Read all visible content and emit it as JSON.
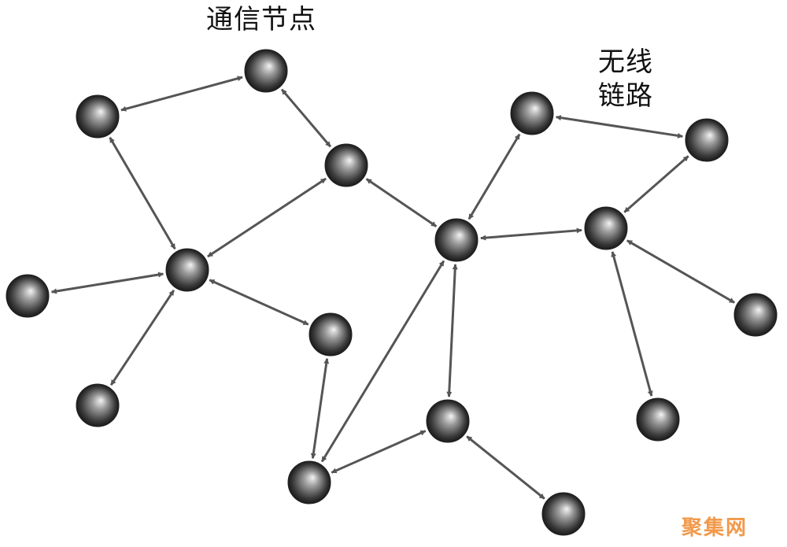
{
  "labels": {
    "node_label": "通信节点",
    "link_label_line1": "无线",
    "link_label_line2": "链路"
  },
  "watermark": "聚集网",
  "colors": {
    "node_dark": "#1a1a1a",
    "node_light": "#f4f4f4",
    "link": "#555555",
    "watermark": "#f2994a"
  },
  "nodes": [
    {
      "id": "n1"
    },
    {
      "id": "n2"
    },
    {
      "id": "n3"
    },
    {
      "id": "n4"
    },
    {
      "id": "n5"
    },
    {
      "id": "n6"
    },
    {
      "id": "n7"
    },
    {
      "id": "n8"
    },
    {
      "id": "n9"
    },
    {
      "id": "n10"
    },
    {
      "id": "n11"
    },
    {
      "id": "n12"
    },
    {
      "id": "n13"
    },
    {
      "id": "n14"
    },
    {
      "id": "n15"
    },
    {
      "id": "n16"
    },
    {
      "id": "n17"
    },
    {
      "id": "n18"
    },
    {
      "id": "n19"
    },
    {
      "id": "n20"
    }
  ],
  "links": [
    [
      "n1",
      "n2"
    ],
    [
      "n1",
      "n3"
    ],
    [
      "n2",
      "n4"
    ],
    [
      "n3",
      "n4"
    ],
    [
      "n3",
      "n5"
    ],
    [
      "n3",
      "n6"
    ],
    [
      "n3",
      "n7"
    ],
    [
      "n7",
      "n8"
    ],
    [
      "n4",
      "n9"
    ],
    [
      "n9",
      "n8"
    ],
    [
      "n9",
      "n10"
    ],
    [
      "n10",
      "n11"
    ],
    [
      "n9",
      "n12"
    ],
    [
      "n12",
      "n11"
    ],
    [
      "n12",
      "n13"
    ],
    [
      "n12",
      "n14"
    ],
    [
      "n7",
      "n15"
    ],
    [
      "n15",
      "n16"
    ],
    [
      "n9",
      "n17"
    ],
    [
      "n17",
      "n16"
    ],
    [
      "n17",
      "n18"
    ]
  ]
}
